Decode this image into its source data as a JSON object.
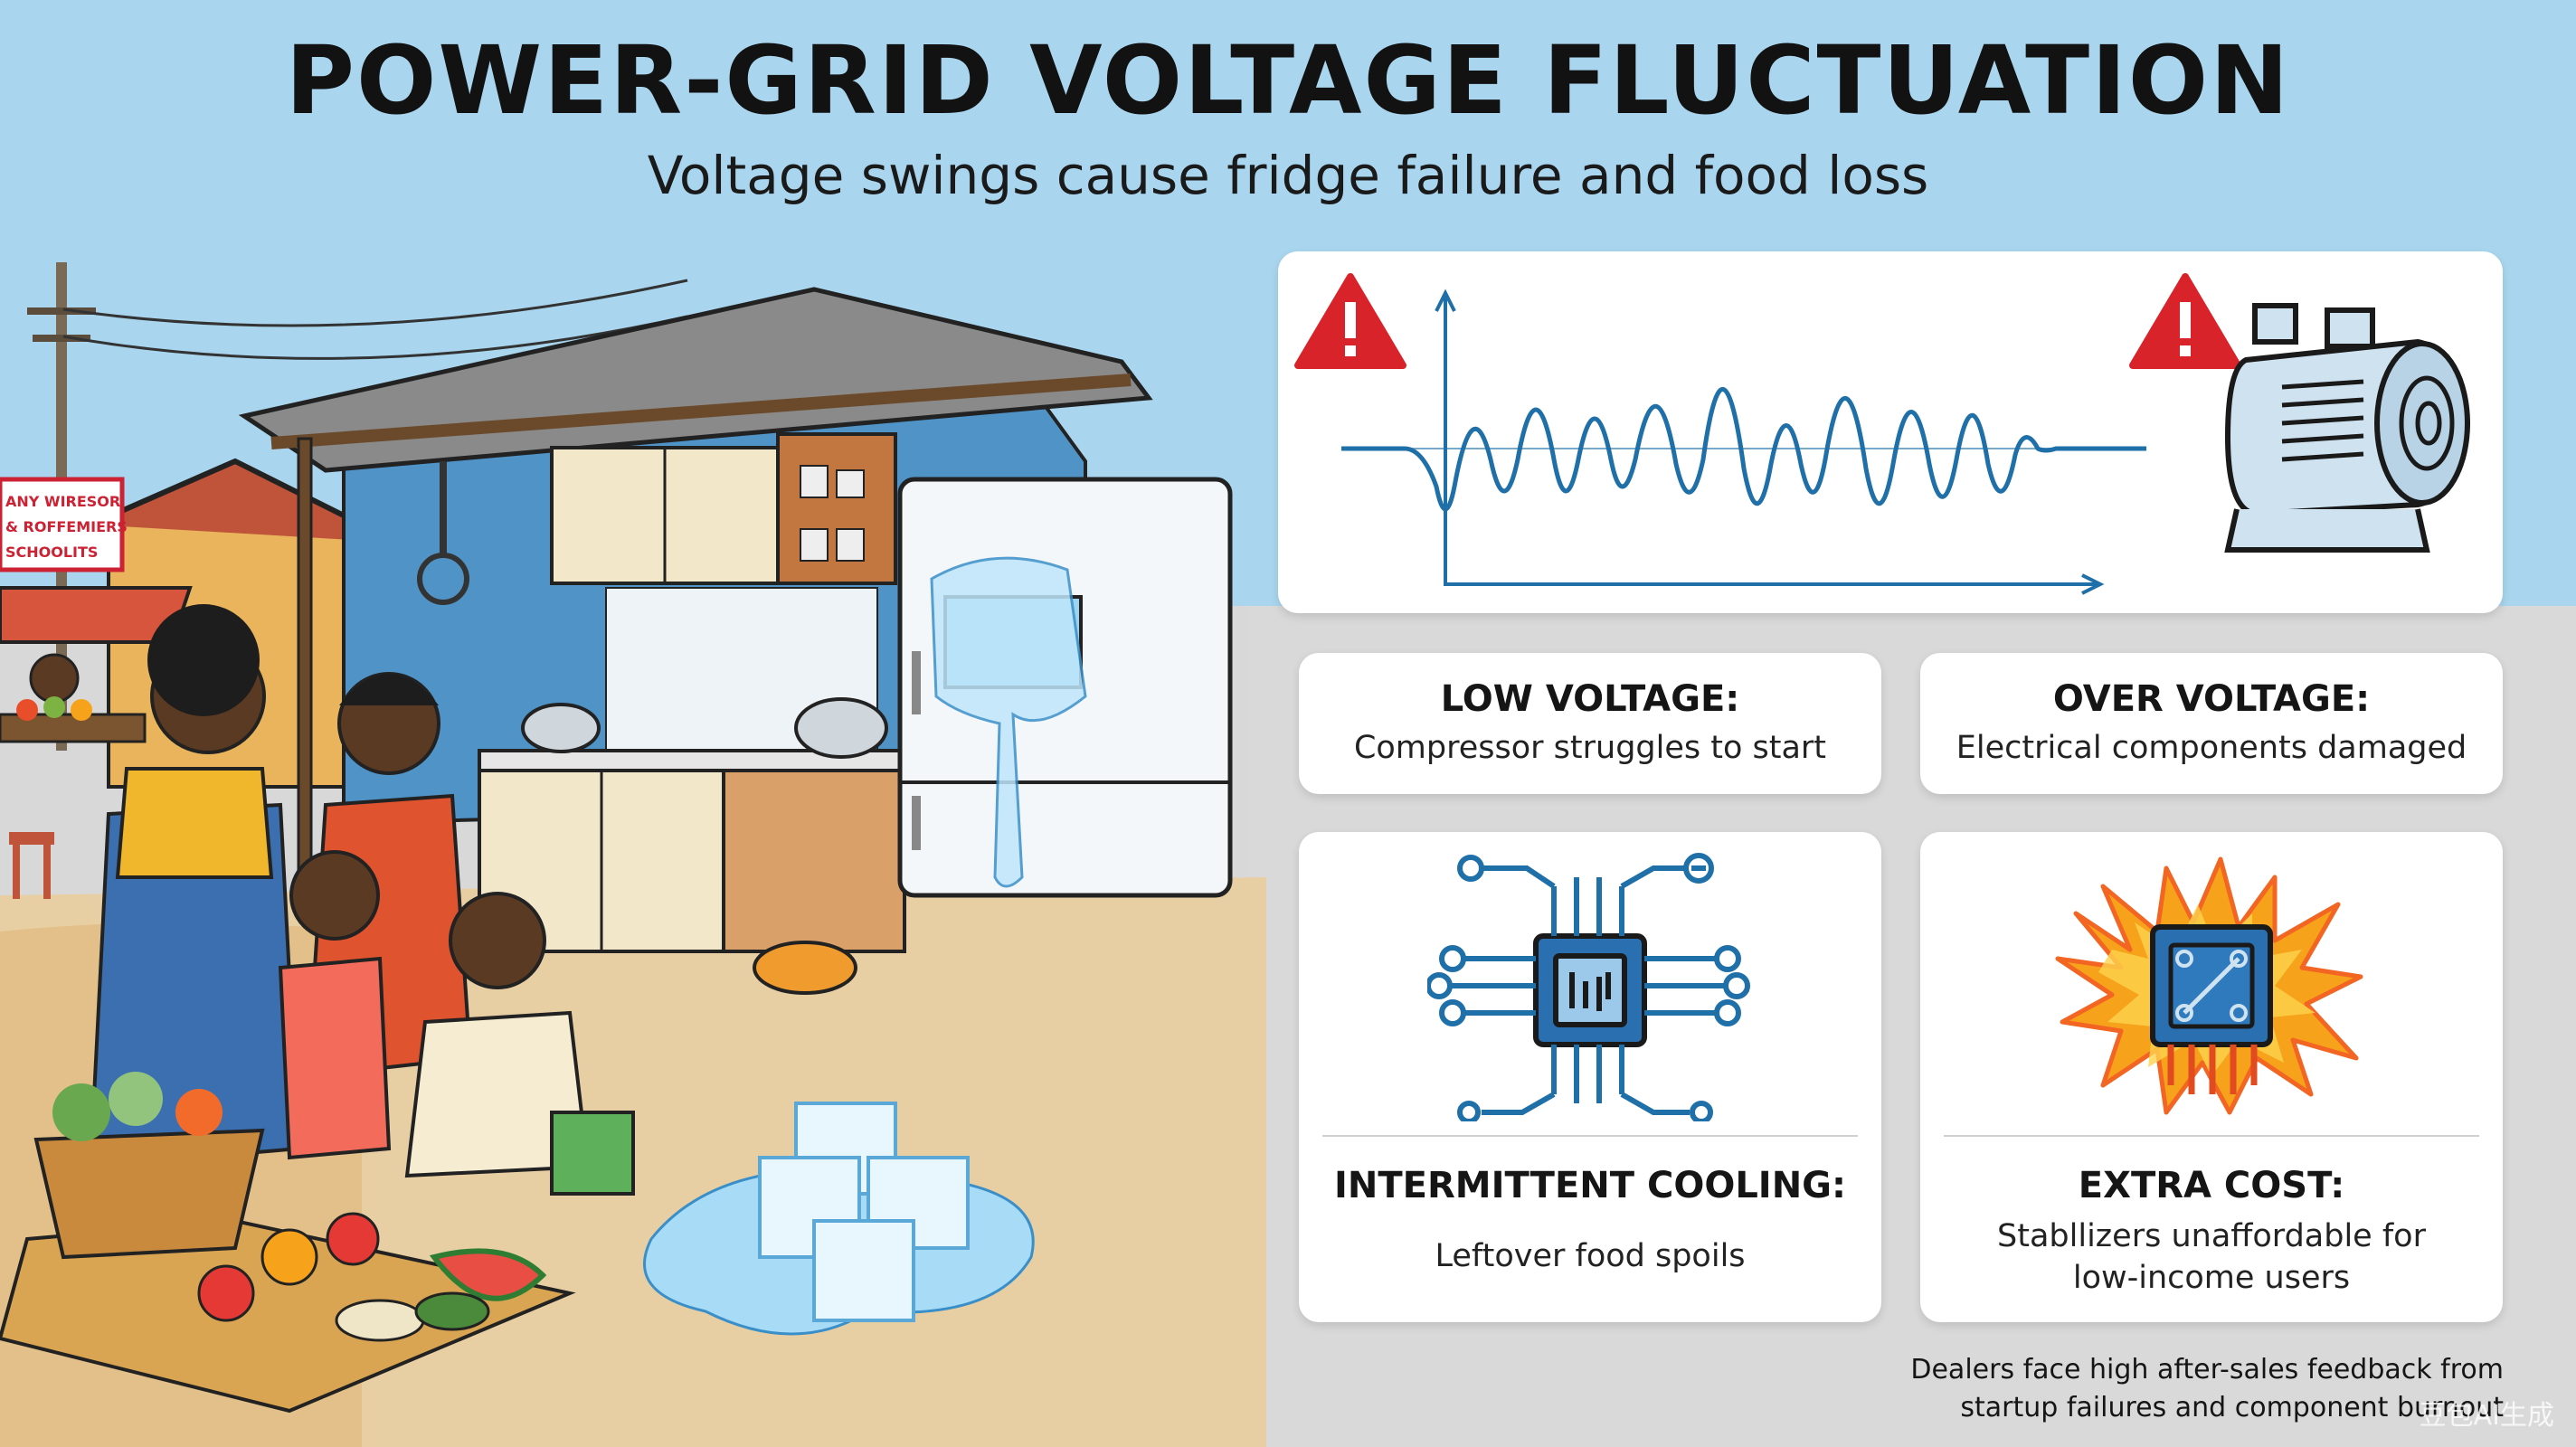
{
  "header": {
    "title": "POWER-GRID VOLTAGE FLUCTUATION",
    "subtitle": "Voltage swings cause fridge failure and food loss"
  },
  "scene": {
    "shop_sign_lines": [
      "ANY WIRESOR",
      "& ROFFEMIERS",
      "SCHOOLITS"
    ]
  },
  "wave_panel": {
    "left_icon": "warning-triangle-icon",
    "right_icon": "warning-triangle-icon",
    "motor_icon": "compressor-motor-icon"
  },
  "cards": {
    "low_voltage": {
      "heading": "LOW VOLTAGE:",
      "text": "Compressor struggles to start"
    },
    "over_voltage": {
      "heading": "OVER VOLTAGE:",
      "text": "Electrical components damaged"
    },
    "intermittent": {
      "heading": "INTERMITTENT COOLING:",
      "text": "Leftover food spoils",
      "icon": "circuit-chip-icon"
    },
    "extra_cost": {
      "heading": "EXTRA COST:",
      "text_line1": "Stabllizers unaffordable for",
      "text_line2": "low-income users",
      "icon": "burning-chip-icon"
    }
  },
  "footnote": {
    "line1": "Dealers face high after-sales feedback from",
    "line2": "startup failures and component burnout"
  },
  "watermark": "豆包AI生成",
  "colors": {
    "sky": "#a9d6ee",
    "accent_blue": "#1f6fa8",
    "warning_red": "#d9232a",
    "fire_orange": "#f26522"
  }
}
